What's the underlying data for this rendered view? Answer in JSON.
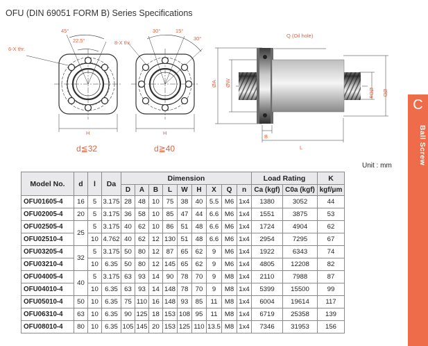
{
  "title": "OFU (DIN 69051 FORM B) Series Specifications",
  "drawing": {
    "angle_45": "45°",
    "angle_22_5": "22.5°",
    "angle_30_a": "30°",
    "angle_15": "15°",
    "angle_30_b": "30°",
    "six_x_thr": "6-X thr.",
    "eight_x_thr": "8-X thr.",
    "oil_hole": "Q (Oil hole)",
    "h1": "H",
    "h2": "H",
    "d_le_32": "d≦32",
    "d_ge_40": "d≧40",
    "phi_a": "ØA",
    "phi_w": "ØW",
    "phi_da": "ØDa",
    "phi_d": "ØD",
    "b": "B",
    "l": "L"
  },
  "unit": "Unit : mm",
  "side_tab": {
    "letter": "C",
    "label": "Ball Screw",
    "color": "#ef6c4a"
  },
  "table": {
    "headers": {
      "model": "Model No.",
      "d": "d",
      "l": "l",
      "da": "Da",
      "dimension": "Dimension",
      "load_rating": "Load Rating",
      "k": "K",
      "k_unit": "kgf/μm"
    },
    "sub_headers": [
      "D",
      "A",
      "B",
      "L",
      "W",
      "H",
      "X",
      "Q",
      "n",
      "Ca (kgf)",
      "C0a (kgf)"
    ],
    "rows": [
      {
        "model": "OFU01605-4",
        "d": "16",
        "l": "5",
        "da": "3.175",
        "D": "28",
        "A": "48",
        "B": "10",
        "L": "75",
        "W": "38",
        "H": "40",
        "X": "5.5",
        "Q": "M6",
        "n": "1x4",
        "ca": "1380",
        "c0a": "3052",
        "k": "44"
      },
      {
        "model": "OFU02005-4",
        "d": "20",
        "l": "5",
        "da": "3.175",
        "D": "36",
        "A": "58",
        "B": "10",
        "L": "85",
        "W": "47",
        "H": "44",
        "X": "6.6",
        "Q": "M6",
        "n": "1x4",
        "ca": "1551",
        "c0a": "3875",
        "k": "53"
      },
      {
        "model": "OFU02505-4",
        "d": "25",
        "l": "5",
        "da": "3.175",
        "D": "40",
        "A": "62",
        "B": "10",
        "L": "86",
        "W": "51",
        "H": "48",
        "X": "6.6",
        "Q": "M6",
        "n": "1x4",
        "ca": "1724",
        "c0a": "4904",
        "k": "62"
      },
      {
        "model": "OFU02510-4",
        "d": "",
        "l": "10",
        "da": "4.762",
        "D": "40",
        "A": "62",
        "B": "12",
        "L": "130",
        "W": "51",
        "H": "48",
        "X": "6.6",
        "Q": "M6",
        "n": "1x4",
        "ca": "2954",
        "c0a": "7295",
        "k": "67"
      },
      {
        "model": "OFU03205-4",
        "d": "32",
        "l": "5",
        "da": "3.175",
        "D": "50",
        "A": "80",
        "B": "12",
        "L": "87",
        "W": "65",
        "H": "62",
        "X": "9",
        "Q": "M6",
        "n": "1x4",
        "ca": "1922",
        "c0a": "6343",
        "k": "74"
      },
      {
        "model": "OFU03210-4",
        "d": "",
        "l": "10",
        "da": "6.35",
        "D": "50",
        "A": "80",
        "B": "12",
        "L": "145",
        "W": "65",
        "H": "62",
        "X": "9",
        "Q": "M6",
        "n": "1x4",
        "ca": "4805",
        "c0a": "12208",
        "k": "82"
      },
      {
        "model": "OFU04005-4",
        "d": "40",
        "l": "5",
        "da": "3.175",
        "D": "63",
        "A": "93",
        "B": "14",
        "L": "90",
        "W": "78",
        "H": "70",
        "X": "9",
        "Q": "M8",
        "n": "1x4",
        "ca": "2110",
        "c0a": "7988",
        "k": "87"
      },
      {
        "model": "OFU04010-4",
        "d": "",
        "l": "10",
        "da": "6.35",
        "D": "63",
        "A": "93",
        "B": "14",
        "L": "148",
        "W": "78",
        "H": "70",
        "X": "9",
        "Q": "M8",
        "n": "1x4",
        "ca": "5399",
        "c0a": "15500",
        "k": "99"
      },
      {
        "model": "OFU05010-4",
        "d": "50",
        "l": "10",
        "da": "6.35",
        "D": "75",
        "A": "110",
        "B": "16",
        "L": "148",
        "W": "93",
        "H": "85",
        "X": "11",
        "Q": "M8",
        "n": "1x4",
        "ca": "6004",
        "c0a": "19614",
        "k": "117"
      },
      {
        "model": "OFU06310-4",
        "d": "63",
        "l": "10",
        "da": "6.35",
        "D": "90",
        "A": "125",
        "B": "18",
        "L": "153",
        "W": "108",
        "H": "95",
        "X": "11",
        "Q": "M8",
        "n": "1x4",
        "ca": "6719",
        "c0a": "25358",
        "k": "139"
      },
      {
        "model": "OFU08010-4",
        "d": "80",
        "l": "10",
        "da": "6.35",
        "D": "105",
        "A": "145",
        "B": "20",
        "L": "153",
        "W": "125",
        "H": "110",
        "X": "13.5",
        "Q": "M8",
        "n": "1x4",
        "ca": "7346",
        "c0a": "31953",
        "k": "156"
      }
    ]
  }
}
